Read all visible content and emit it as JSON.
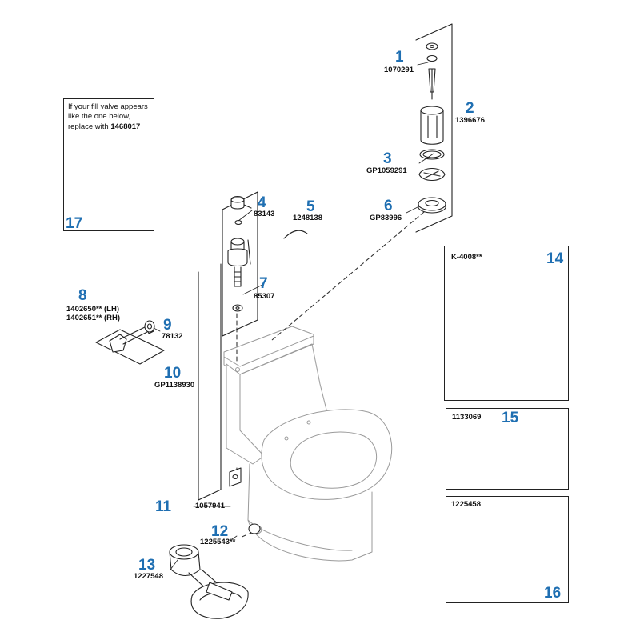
{
  "callouts": [
    {
      "id": "1",
      "parts": [
        "1070291"
      ]
    },
    {
      "id": "2",
      "parts": [
        "1396676"
      ]
    },
    {
      "id": "3",
      "parts": [
        "GP1059291"
      ]
    },
    {
      "id": "4",
      "parts": [
        "83143"
      ]
    },
    {
      "id": "5",
      "parts": [
        "1248138"
      ]
    },
    {
      "id": "6",
      "parts": [
        "GP83996"
      ]
    },
    {
      "id": "7",
      "parts": [
        "85307"
      ]
    },
    {
      "id": "8",
      "parts": [
        "1402650** (LH)",
        "1402651** (RH)"
      ]
    },
    {
      "id": "9",
      "parts": [
        "78132"
      ]
    },
    {
      "id": "10",
      "parts": [
        "GP1138930"
      ]
    },
    {
      "id": "11",
      "parts": [
        "1057941"
      ]
    },
    {
      "id": "12",
      "parts": [
        "1225543**"
      ]
    },
    {
      "id": "13",
      "parts": [
        "1227548"
      ]
    },
    {
      "id": "14",
      "parts": [
        "K-4008**"
      ]
    },
    {
      "id": "15",
      "parts": [
        "1133069"
      ]
    },
    {
      "id": "16",
      "parts": [
        "1225458"
      ]
    },
    {
      "id": "17",
      "parts": []
    }
  ],
  "fill_valve_note": {
    "line1": "If your fill valve appears",
    "line2": "like the one below,",
    "line3": "replace with",
    "part": "1468017"
  },
  "colors": {
    "callout": "#1f6fb2",
    "line": "#222222",
    "fill": "#ffffff"
  }
}
